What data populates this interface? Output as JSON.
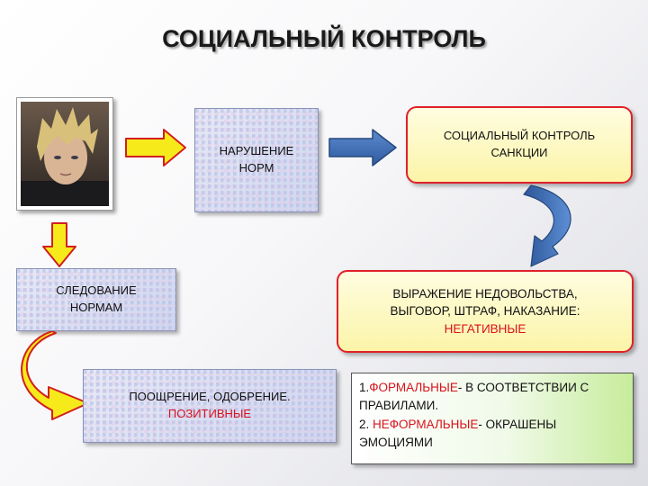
{
  "title": "СОЦИАЛЬНЫЙ КОНТРОЛЬ",
  "violation": {
    "line1": "НАРУШЕНИЕ",
    "line2": "НОРМ"
  },
  "control": {
    "line1": "СОЦИАЛЬНЫЙ КОНТРОЛЬ",
    "line2": "САНКЦИИ"
  },
  "following": {
    "line1": "СЛЕДОВАНИЕ",
    "line2": "НОРМАМ"
  },
  "negative": {
    "line1": "ВЫРАЖЕНИЕ НЕДОВОЛЬСТВА,",
    "line2": "ВЫГОВОР, ШТРАФ, НАКАЗАНИЕ:",
    "line3": "НЕГАТИВНЫЕ"
  },
  "positive": {
    "line1": "ПООЩРЕНИЕ, ОДОБРЕНИЕ.",
    "line2": "ПОЗИТИВНЫЕ"
  },
  "types": {
    "formal_num": "1.",
    "formal_word": "ФОРМАЛЬНЫЕ",
    "formal_rest": "- В СООТВЕТСТВИИ  С ПРАВИЛАМИ.",
    "informal_num": "2.",
    "informal_word": "НЕФОРМАЛЬНЫЕ",
    "informal_rest": "- ОКРАШЕНЫ ЭМОЦИЯМИ"
  },
  "colors": {
    "red": "#d8121c",
    "arrow_yellow": "#f6ea1a",
    "arrow_blue": "#3f6fb5",
    "box_border_red": "#e0202a"
  },
  "icons": {
    "portrait": "portrait-image",
    "arrows": [
      "arrow-right-icon",
      "arrow-down-icon",
      "curved-arrow-icon"
    ]
  }
}
